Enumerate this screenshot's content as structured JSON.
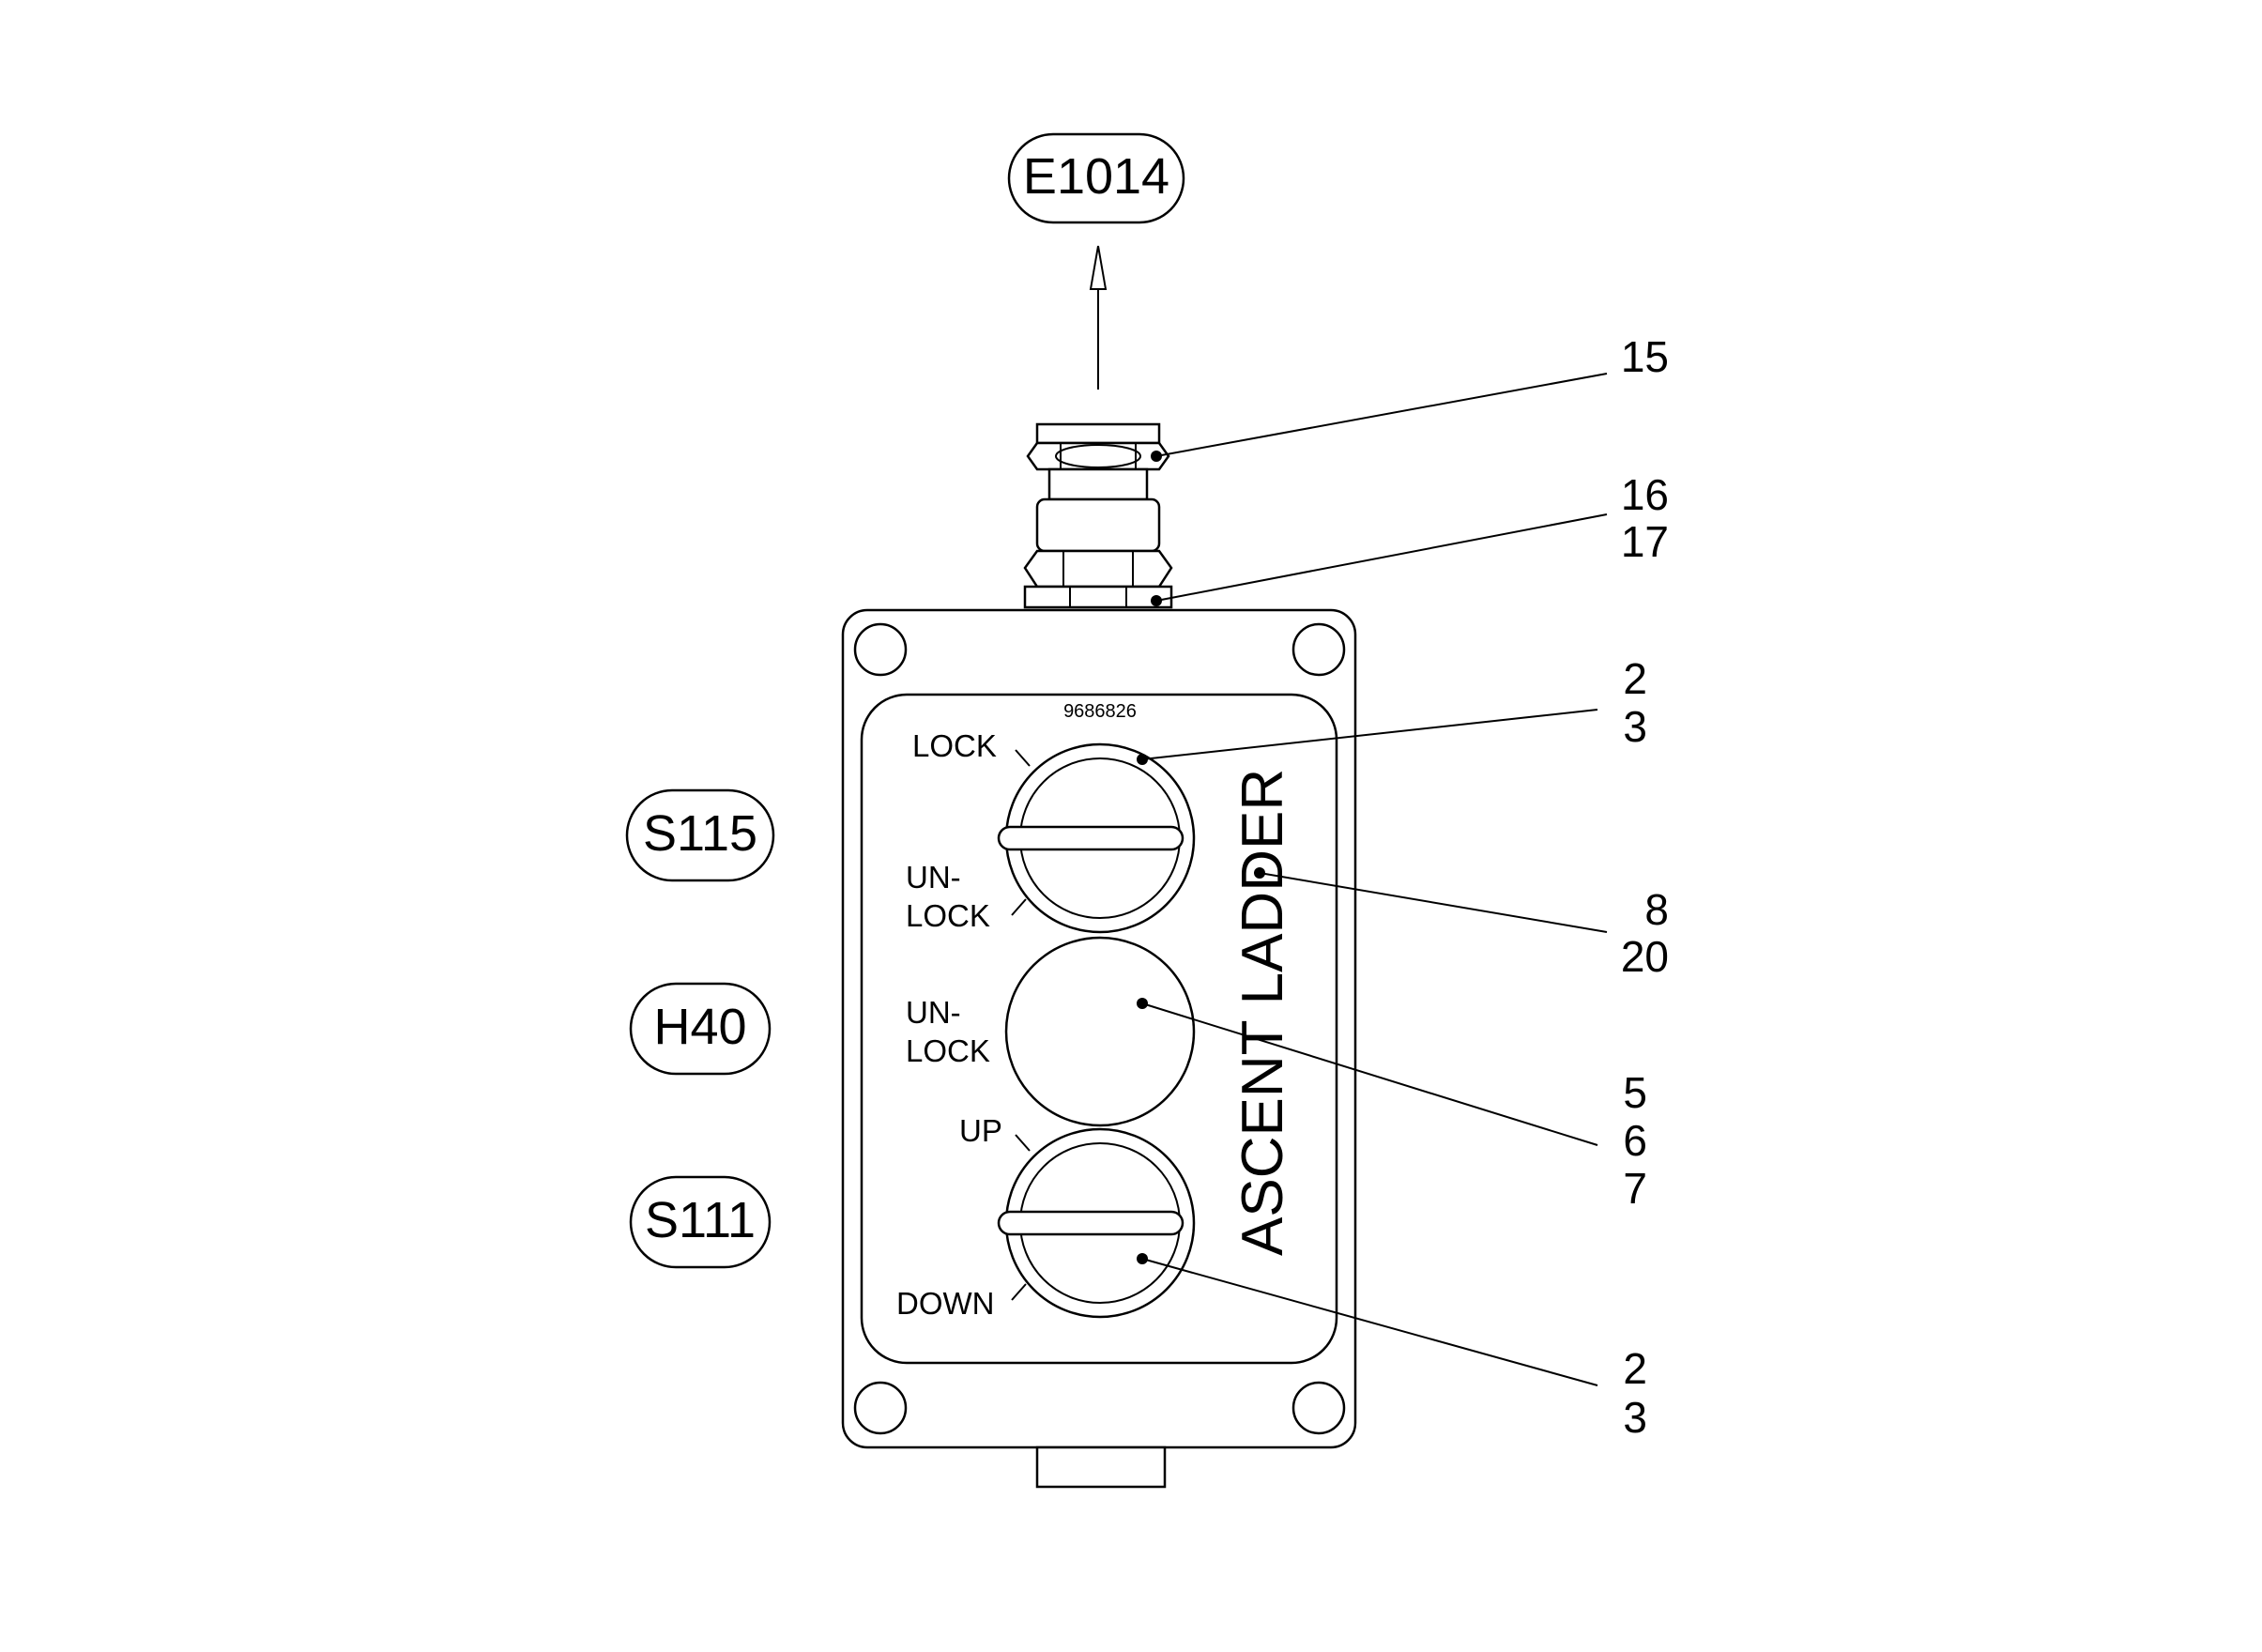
{
  "diagram": {
    "part_number": "9686826",
    "vertical_label": "ASCENT LADDER",
    "reference_tags": {
      "top": "E1014",
      "switch_upper": "S115",
      "indicator": "H40",
      "switch_lower": "S111"
    },
    "switch_upper_labels": {
      "top": "LOCK",
      "bottom_line1": "UN-",
      "bottom_line2": "LOCK"
    },
    "indicator_labels": {
      "line1": "UN-",
      "line2": "LOCK"
    },
    "switch_lower_labels": {
      "top": "UP",
      "bottom": "DOWN"
    },
    "callouts": [
      {
        "id": "c15",
        "lines": [
          "15"
        ]
      },
      {
        "id": "c16",
        "lines": [
          "16",
          "17"
        ]
      },
      {
        "id": "c2a",
        "lines": [
          "2",
          "3"
        ]
      },
      {
        "id": "c8",
        "lines": [
          "8",
          "20"
        ]
      },
      {
        "id": "c5",
        "lines": [
          "5",
          "6",
          "7"
        ]
      },
      {
        "id": "c2b",
        "lines": [
          "2",
          "3"
        ]
      }
    ]
  }
}
